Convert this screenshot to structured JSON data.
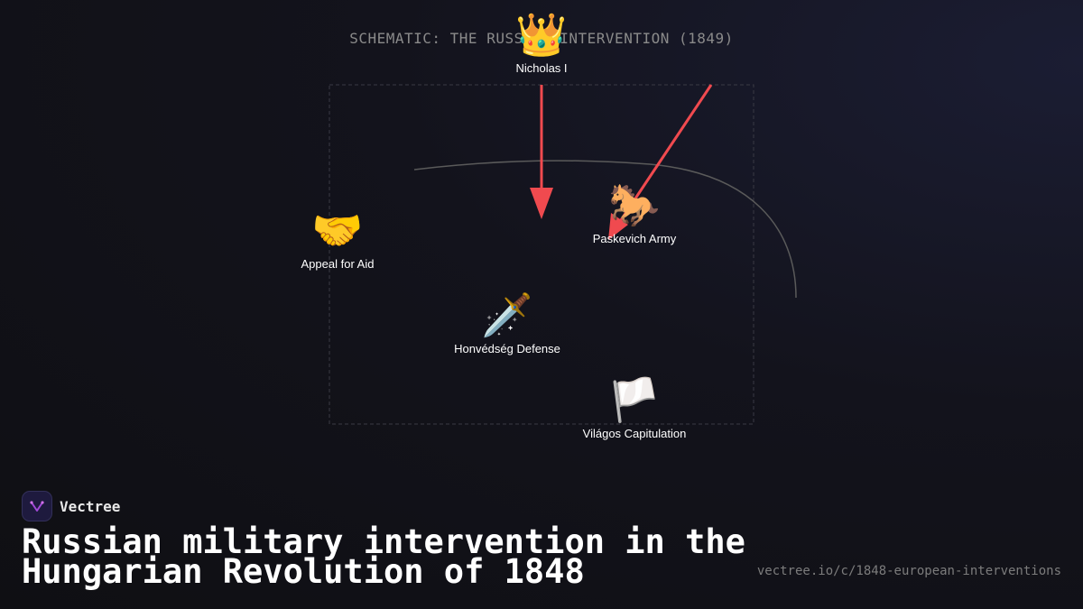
{
  "schematic_title": "SCHEMATIC: THE RUSSIAN INTERVENTION (1849)",
  "nodes": [
    {
      "id": "nicholas",
      "emoji": "👑",
      "icon": "crown-icon",
      "label": "Nicholas I"
    },
    {
      "id": "appeal",
      "emoji": "🤝",
      "icon": "handshake-icon",
      "label": "Appeal for Aid"
    },
    {
      "id": "paskevich",
      "emoji": "🐎",
      "icon": "horse-icon",
      "label": "Paskevich Army"
    },
    {
      "id": "honved",
      "emoji": "🗡️",
      "icon": "dagger-icon",
      "label": "Honvédség Defense"
    },
    {
      "id": "vilagos",
      "emoji": "🏳️",
      "icon": "white-flag-icon",
      "label": "Világos Capitulation"
    }
  ],
  "brand": {
    "name": "Vectree"
  },
  "title": "Russian military intervention in the Hungarian Revolution of 1848",
  "url": "vectree.io/c/1848-european-interventions",
  "colors": {
    "arrow": "#f04a4f",
    "connector": "#5a5a5a",
    "frame": "#3a3a44"
  }
}
